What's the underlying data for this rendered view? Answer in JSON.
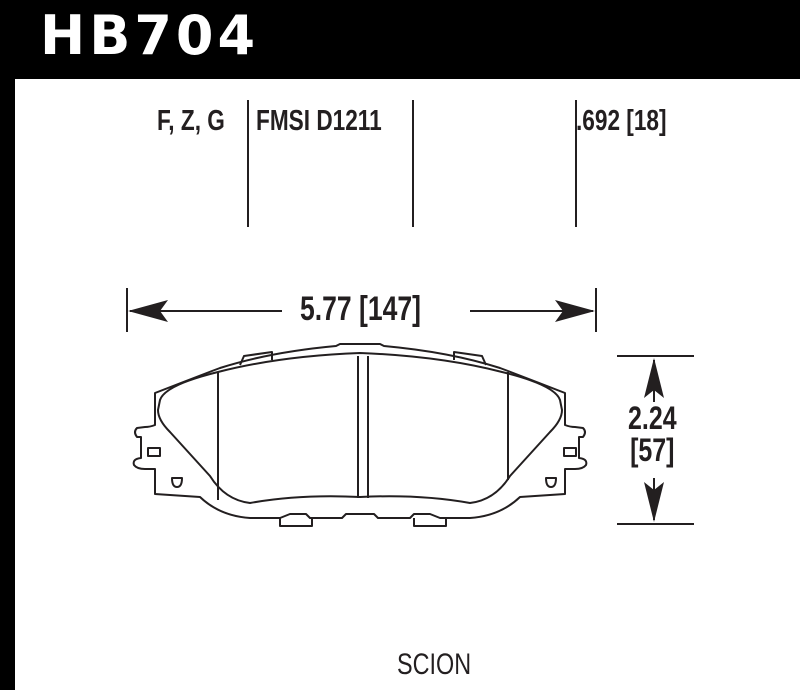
{
  "header": {
    "part_number": "HB704"
  },
  "specs": {
    "compounds": "F, Z, G",
    "fmsi": "FMSI D1211",
    "thickness": ".692 [18]"
  },
  "dimensions": {
    "width": "5.77 [147]",
    "height_in": "2.24",
    "height_mm": "[57]"
  },
  "vehicle": {
    "brand": "SCION"
  },
  "colors": {
    "frame": "#000000",
    "line": "#231f20",
    "background": "#ffffff"
  }
}
